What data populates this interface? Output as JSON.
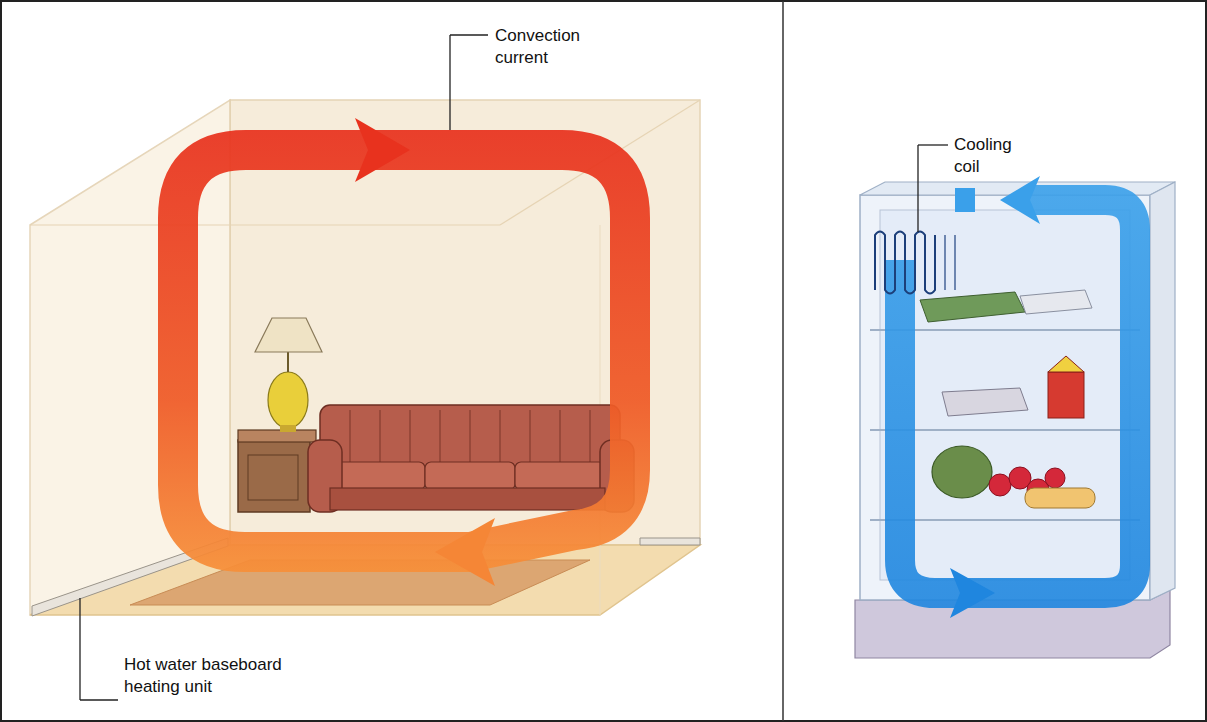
{
  "diagram": {
    "labels": [
      "Convection current",
      "Hot water baseboard heating unit",
      "Cooling coil"
    ]
  }
}
